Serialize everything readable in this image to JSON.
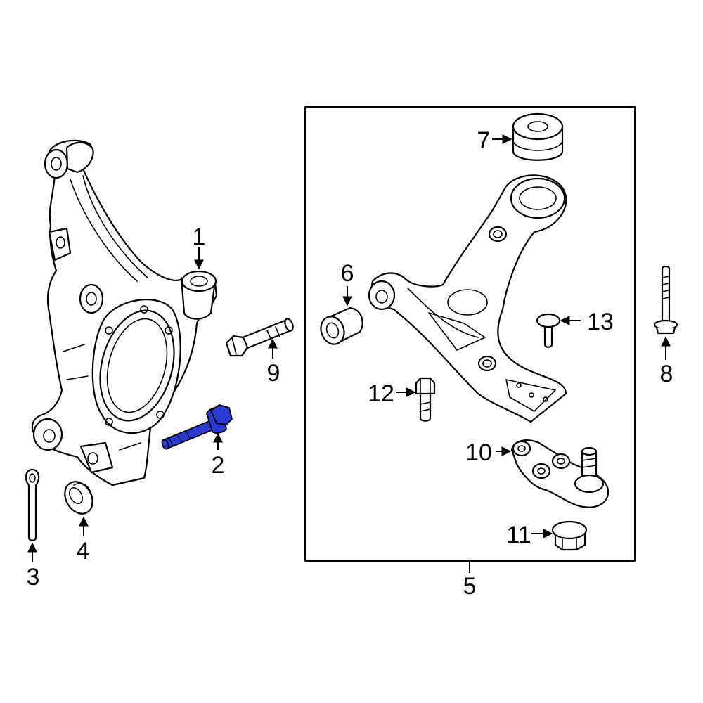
{
  "diagram": {
    "highlight_color": "#2a3bd4",
    "line_color": "#000000",
    "background": "#ffffff",
    "callouts": [
      {
        "id": "1",
        "label": "1"
      },
      {
        "id": "2",
        "label": "2"
      },
      {
        "id": "3",
        "label": "3"
      },
      {
        "id": "4",
        "label": "4"
      },
      {
        "id": "5",
        "label": "5"
      },
      {
        "id": "6",
        "label": "6"
      },
      {
        "id": "7",
        "label": "7"
      },
      {
        "id": "8",
        "label": "8"
      },
      {
        "id": "9",
        "label": "9"
      },
      {
        "id": "10",
        "label": "10"
      },
      {
        "id": "11",
        "label": "11"
      },
      {
        "id": "12",
        "label": "12"
      },
      {
        "id": "13",
        "label": "13"
      }
    ],
    "highlighted_part": "2"
  }
}
